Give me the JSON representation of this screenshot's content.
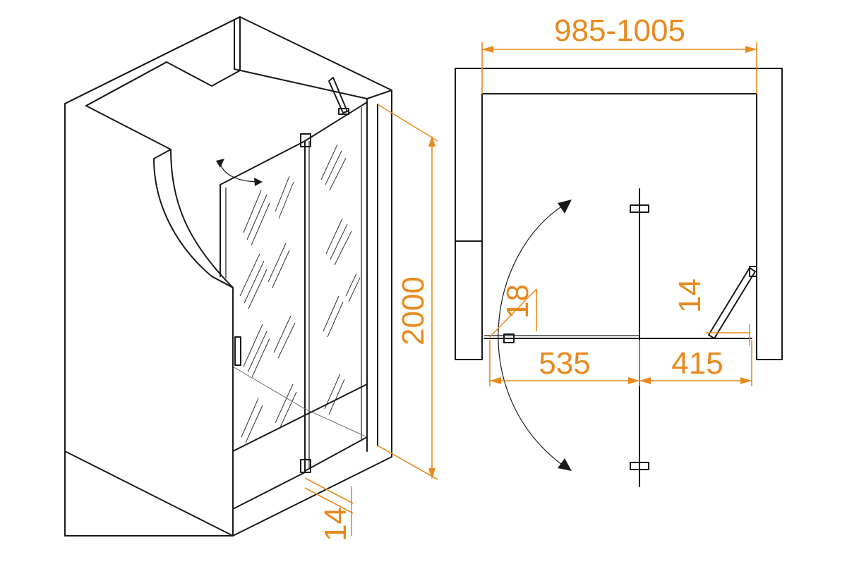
{
  "dimensions": {
    "width_range": "985-1005",
    "height": "2000",
    "fixed_panel_offset": "14",
    "left_gap": "18",
    "right_gap": "14",
    "door_width": "535",
    "fixed_width": "415"
  },
  "colors": {
    "dimension": "#e8891e",
    "line": "#1a1a1a",
    "background": "#ffffff"
  }
}
